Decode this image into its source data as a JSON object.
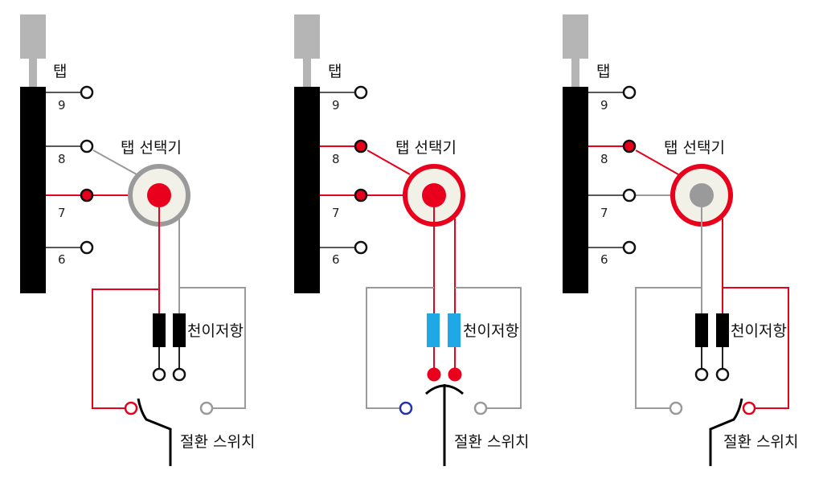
{
  "panels": [
    {
      "tap_label": "탭",
      "tap_numbers": [
        "9",
        "8",
        "7",
        "6"
      ],
      "selector_label": "탭 선택기",
      "resistor_label": "천이저항",
      "switch_label": "절환 스위치"
    },
    {
      "tap_label": "탭",
      "tap_numbers": [
        "9",
        "8",
        "7",
        "6"
      ],
      "selector_label": "탭 선택기",
      "resistor_label": "천이저항",
      "switch_label": "절환 스위치"
    },
    {
      "tap_label": "탭",
      "tap_numbers": [
        "9",
        "8",
        "7",
        "6"
      ],
      "selector_label": "탭 선택기",
      "resistor_label": "천이저항",
      "switch_label": "절환 스위치"
    }
  ],
  "colors": {
    "active": "#e8001c",
    "inactive_wire": "#9a9a9a",
    "winding": "#000000",
    "shaft": "#b5b5b5",
    "resistor_off": "#000000",
    "resistor_on": "#1ea9e6",
    "disc_bg": "#f2f1e8",
    "open_contact": "#2233aa"
  }
}
